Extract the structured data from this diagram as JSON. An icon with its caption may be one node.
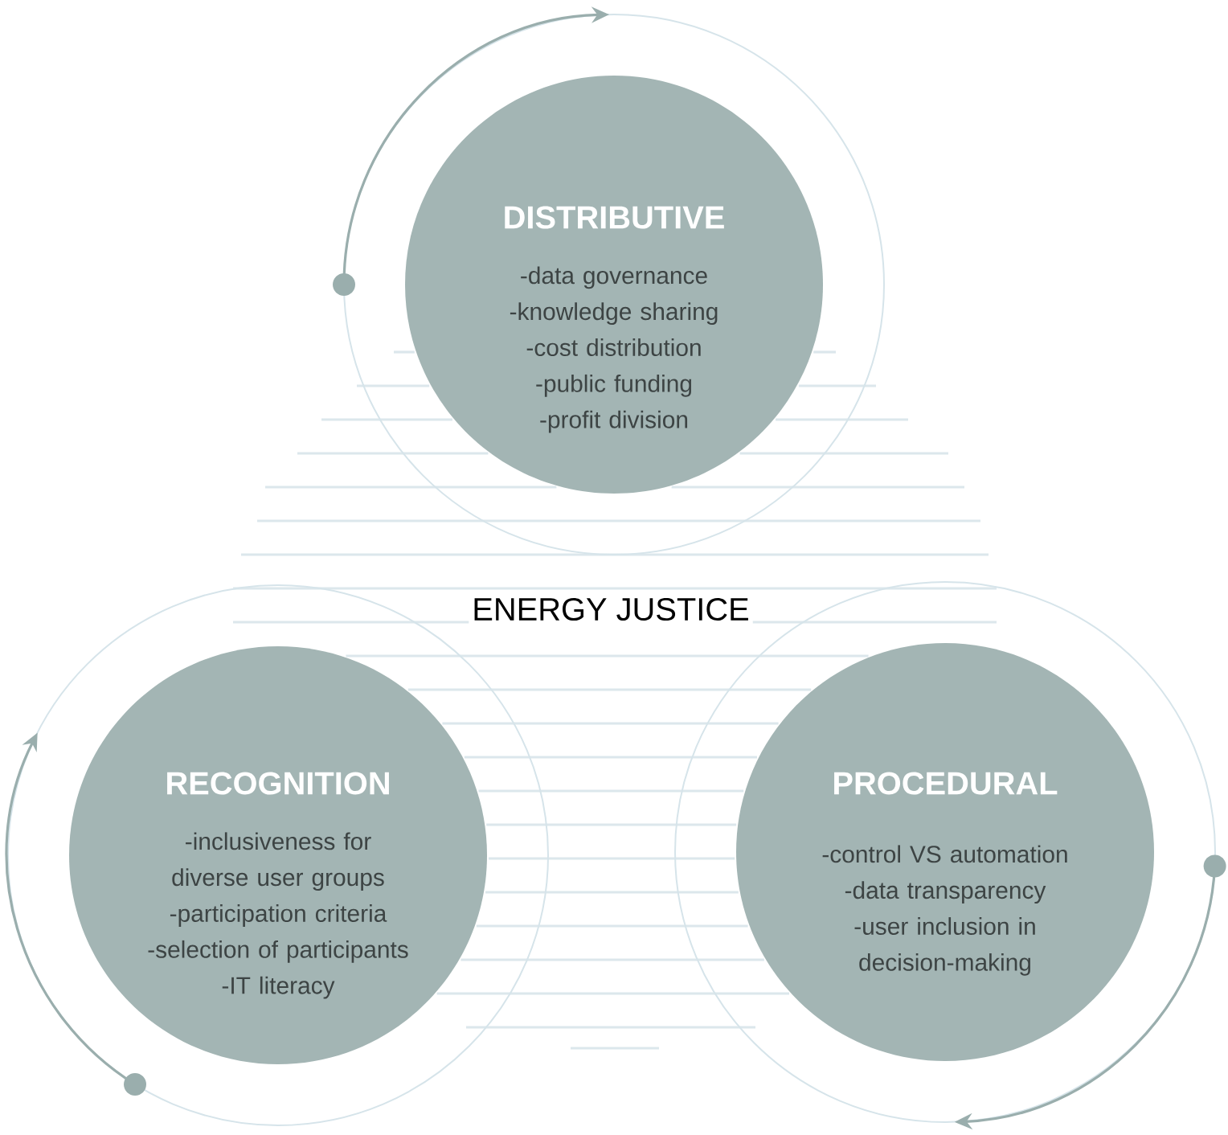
{
  "diagram": {
    "nodes": [
      {
        "text": [
          "DISTRIBUTIVE",
          "-data governance",
          "-knowledge sharing",
          "-cost distribution",
          "-public funding",
          "-profit division"
        ]
      },
      {
        "text": [
          "RECOGNITION",
          "-inclusiveness for diverse user groups",
          "-participation criteria",
          "-selection of participants",
          "-IT literacy"
        ]
      },
      {
        "text": [
          "PROCEDURAL",
          "-control VS automation",
          "-data transparency",
          "-user inclusion in decision-making"
        ]
      }
    ],
    "labels": [
      "ENERGY JUSTICE"
    ]
  }
}
